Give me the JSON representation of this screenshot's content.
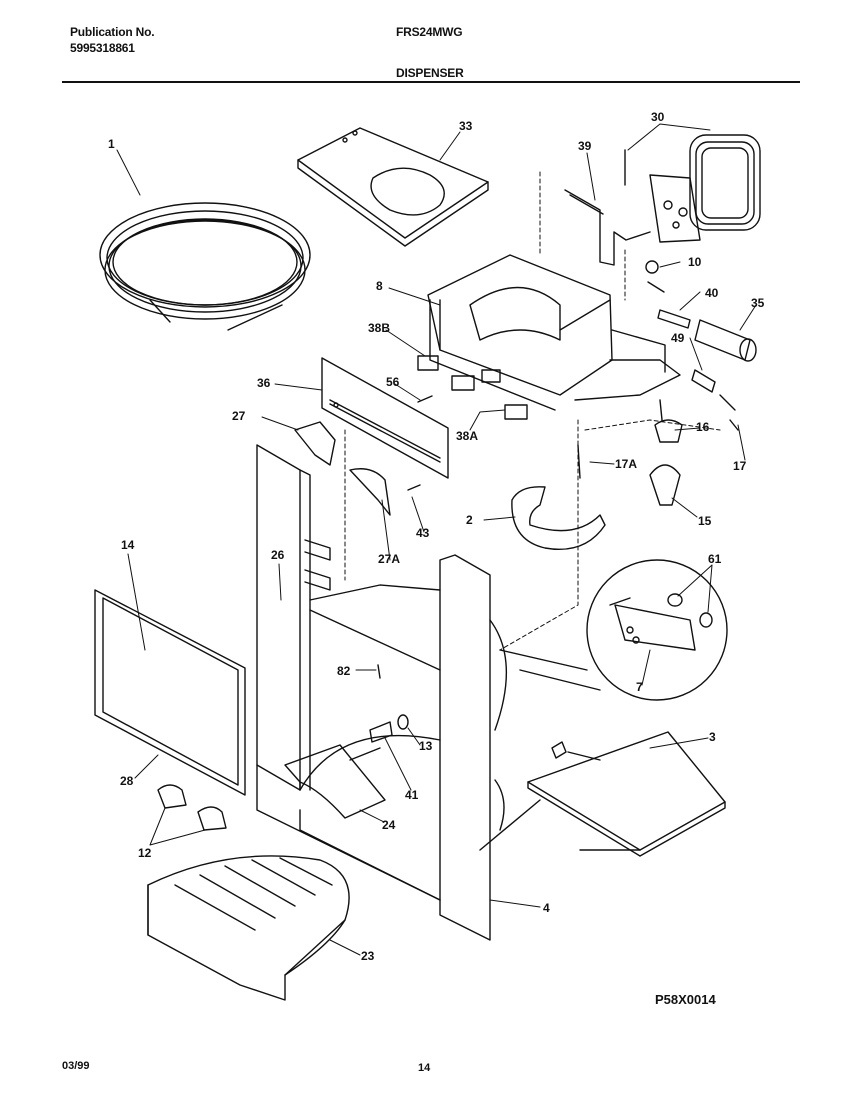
{
  "header": {
    "publication_label": "Publication No.",
    "publication_number": "5995318861",
    "model": "FRS24MWG",
    "section": "DISPENSER"
  },
  "footer": {
    "date": "03/99",
    "page": "14",
    "diagram_code": "P58X0014"
  },
  "part_labels": {
    "p1": "1",
    "p33": "33",
    "p39": "39",
    "p30": "30",
    "p10": "10",
    "p8": "8",
    "p40": "40",
    "p35": "35",
    "p38B": "38B",
    "p49": "49",
    "p36": "36",
    "p56": "56",
    "p27": "27",
    "p38A": "38A",
    "p16": "16",
    "p17A": "17A",
    "p17": "17",
    "p2": "2",
    "p43": "43",
    "p15": "15",
    "p27A": "27A",
    "p14": "14",
    "p26": "26",
    "p61": "61",
    "p82": "82",
    "p7": "7",
    "p13": "13",
    "p3": "3",
    "p28": "28",
    "p41": "41",
    "p24": "24",
    "p12": "12",
    "p4": "4",
    "p23": "23"
  }
}
